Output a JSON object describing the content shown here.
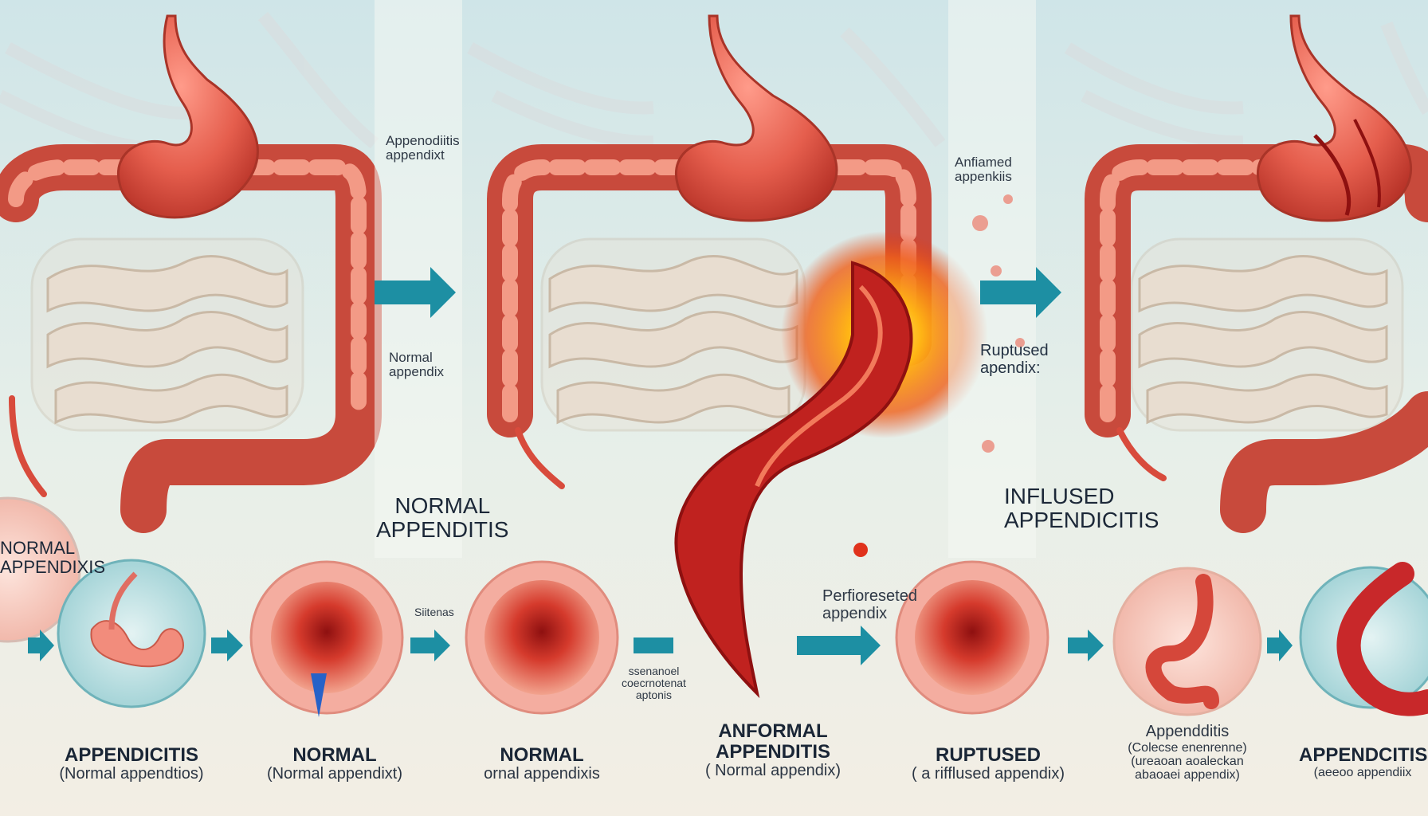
{
  "colors": {
    "background": "#f3eee4",
    "arrow": "#1d8fa3",
    "colon": "#e06452",
    "small_intestine": "#e8ddd0",
    "inflammation": "#f5b21b"
  },
  "top_labels": {
    "appendicitis_appendix_l1": "Appenodiitis",
    "appendicitis_appendix_l2": "appendixt",
    "normal_appendix_l1": "Normal",
    "normal_appendix_l2": "appendix",
    "anflamed_l1": "Anfiamed",
    "anflamed_l2": "appenkiis",
    "ruptused_l1": "Ruptused",
    "ruptused_l2": "apendix:",
    "normal_big_l1": "NORMAL",
    "normal_big_l2": "APPENDITIS",
    "inflused_big_l1": "INFLUSED",
    "inflused_big_l2": "APPENDICITIS",
    "left_normal_l1": "NORMAL",
    "left_normal_l2": "APPENDIXIS"
  },
  "mid_labels": {
    "sitenas": "Siitenas",
    "sectional_l1": "ssenanoel",
    "sectional_l2": "coecrnotenat",
    "sectional_l3": "aptonis",
    "perforated_l1": "Perfioreseted",
    "perforated_l2": "appendix"
  },
  "bottom_labels": {
    "appendicitis": {
      "title": "APPENDICITIS",
      "sub": "(Normal appendtios)"
    },
    "normal1": {
      "title": "NORMAL",
      "sub": "(Normal appendixt)"
    },
    "normal2": {
      "title": "NORMAL",
      "sub": "ornal appendixis"
    },
    "anformal": {
      "title1": "ANFORMAL",
      "title2": "APPENDITIS",
      "sub": "( Normal appendix)"
    },
    "ruptused": {
      "title": "RUPTUSED",
      "sub": "( a rifflused appendix)"
    },
    "small_label": {
      "l1": "Appendditis",
      "l2": "(Colecse enenrenne)",
      "l3": "(ureaoan aoaleckan",
      "l4": "abaoaei appendix)"
    },
    "right_appendicitis": {
      "title": "APPENDCITIS",
      "sub": "(aeeoo appendiix"
    }
  }
}
